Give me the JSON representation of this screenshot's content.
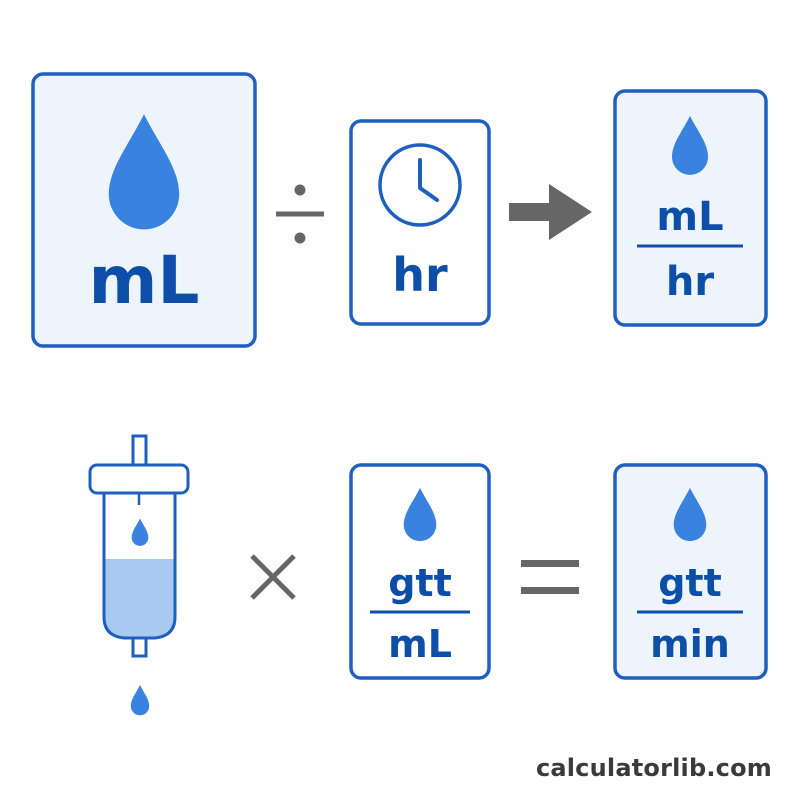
{
  "diagram": {
    "row1": {
      "volume_card": {
        "unit": "mL",
        "icon": "water-drop-icon"
      },
      "operator_divide": "÷",
      "time_card": {
        "unit": "hr",
        "icon": "clock-icon"
      },
      "result_card": {
        "numerator": "mL",
        "denominator": "hr",
        "icon": "water-drop-icon"
      }
    },
    "row2": {
      "iv_icon": "iv-drip-chamber-icon",
      "operator_multiply": "×",
      "drop_factor_card": {
        "numerator": "gtt",
        "denominator": "mL",
        "icon": "water-drop-icon"
      },
      "operator_equals": "=",
      "result_card": {
        "numerator": "gtt",
        "denominator": "min",
        "icon": "water-drop-icon"
      }
    }
  },
  "colors": {
    "card_border": "#1f5fbf",
    "card_fill": "#eef4fc",
    "drop": "#3a82e0",
    "text": "#0d4fa8",
    "operator": "#666666",
    "iv_fluid": "#a9c8f2"
  },
  "watermark": "calculatorlib.com"
}
